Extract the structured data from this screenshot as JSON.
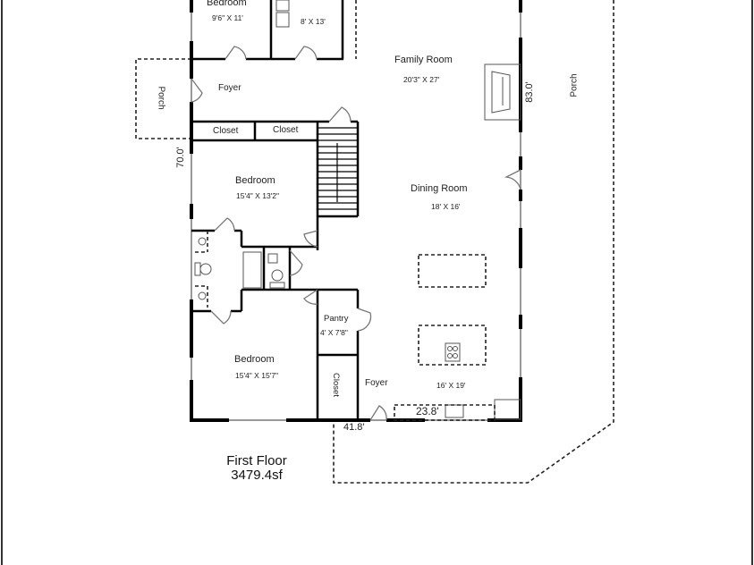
{
  "floor_plan": {
    "title": "First Floor",
    "area": "3479.4sf",
    "rooms": [
      {
        "name": "Bedroom",
        "dimensions": "9'6\" X 11'"
      },
      {
        "name": "",
        "dimensions": "8' X 13'"
      },
      {
        "name": "Family Room",
        "dimensions": "20'3\" X 27'"
      },
      {
        "name": "Foyer",
        "dimensions": ""
      },
      {
        "name": "Closet",
        "dimensions": ""
      },
      {
        "name": "Closet",
        "dimensions": ""
      },
      {
        "name": "Bedroom",
        "dimensions": "15'4\" X 13'2\""
      },
      {
        "name": "Dining Room",
        "dimensions": "18' X 16'"
      },
      {
        "name": "Pantry",
        "dimensions": "4' X 7'8\""
      },
      {
        "name": "Bedroom",
        "dimensions": "15'4\" X 15'7\""
      },
      {
        "name": "Closet",
        "dimensions": ""
      },
      {
        "name": "Foyer",
        "dimensions": ""
      },
      {
        "name": "",
        "dimensions": "16' X 19'"
      },
      {
        "name": "Porch",
        "dimensions": ""
      },
      {
        "name": "Porch",
        "dimensions": ""
      }
    ],
    "exterior_dimensions": {
      "left": "70.0'",
      "right": "83.0'",
      "bottom": "41.8'",
      "kitchen_counter": "23.8'"
    }
  }
}
